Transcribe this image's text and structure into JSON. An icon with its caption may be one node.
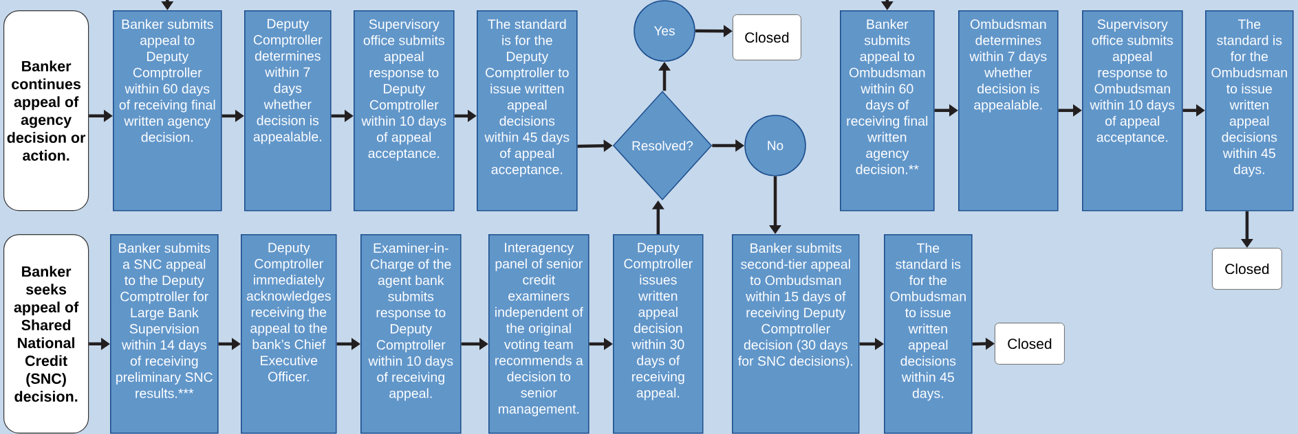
{
  "diagram": {
    "nodes": [
      {
        "text": [
          "Banker continues appeal of agency decision or action."
        ]
      },
      {
        "text": [
          "Banker submits appeal to Deputy Comptroller within 60 days of receiving final written agency decision."
        ]
      },
      {
        "text": [
          "Deputy Comptroller determines within 7 days whether decision is appealable."
        ]
      },
      {
        "text": [
          "Supervisory office submits appeal response to Deputy Comptroller within 10 days of appeal acceptance."
        ]
      },
      {
        "text": [
          "The standard is for the Deputy Comptroller to issue written appeal decisions within 45 days of appeal acceptance."
        ]
      },
      {
        "text": [
          "Yes"
        ]
      },
      {
        "text": [
          "Closed"
        ]
      },
      {
        "text": [
          "Resolved?"
        ]
      },
      {
        "text": [
          "No"
        ]
      },
      {
        "text": [
          "Banker submits appeal to Ombudsman within 60 days of receiving final written agency decision.**"
        ]
      },
      {
        "text": [
          "Ombudsman determines within 7 days whether decision is appealable."
        ]
      },
      {
        "text": [
          "Supervisory office submits appeal response to Ombudsman within 10 days of appeal acceptance."
        ]
      },
      {
        "text": [
          "The standard is for the Ombudsman to issue written appeal decisions within 45 days."
        ]
      },
      {
        "text": [
          "Closed"
        ]
      },
      {
        "text": [
          "Banker seeks appeal of Shared National Credit (SNC) decision."
        ]
      },
      {
        "text": [
          "Banker submits a SNC appeal to the Deputy Comptroller for Large Bank Supervision within 14 days of receiving preliminary SNC results.***"
        ]
      },
      {
        "text": [
          "Deputy Comptroller immediately acknowledges receiving the appeal to the bank’s Chief Executive Officer."
        ]
      },
      {
        "text": [
          "Examiner-in-Charge of the agent bank submits response to Deputy Comptroller within 10 days of receiving appeal."
        ]
      },
      {
        "text": [
          "Interagency panel of senior credit examiners independent of the original voting team recommends a decision to senior management."
        ]
      },
      {
        "text": [
          "Deputy Comptroller issues written appeal decision within 30 days of receiving appeal."
        ]
      },
      {
        "text": [
          "Banker submits second-tier appeal to Ombudsman within 15 days of receiving Deputy Comptroller decision (30 days for SNC decisions)."
        ]
      },
      {
        "text": [
          "The standard is for the Ombudsman to issue written appeal decisions within 45 days."
        ]
      },
      {
        "text": [
          "Closed"
        ]
      }
    ],
    "edges": [
      {
        "from": null,
        "to": 1,
        "arrow": "to"
      },
      {
        "from": 0,
        "to": 1,
        "arrow": "to"
      },
      {
        "from": 1,
        "to": 2,
        "arrow": "to"
      },
      {
        "from": 2,
        "to": 3,
        "arrow": "to"
      },
      {
        "from": 3,
        "to": 4,
        "arrow": "to"
      },
      {
        "from": 4,
        "to": 7,
        "arrow": "to"
      },
      {
        "from": 7,
        "to": 5,
        "arrow": "to"
      },
      {
        "from": 5,
        "to": 6,
        "arrow": "to"
      },
      {
        "from": 7,
        "to": 8,
        "arrow": "to"
      },
      {
        "from": 8,
        "to": 20,
        "arrow": "to"
      },
      {
        "from": null,
        "to": 9,
        "arrow": "to"
      },
      {
        "from": 9,
        "to": 10,
        "arrow": "to"
      },
      {
        "from": 10,
        "to": 11,
        "arrow": "to"
      },
      {
        "from": 11,
        "to": 12,
        "arrow": "to"
      },
      {
        "from": 12,
        "to": 13,
        "arrow": "to"
      },
      {
        "from": 14,
        "to": 15,
        "arrow": "to"
      },
      {
        "from": 15,
        "to": 16,
        "arrow": "to"
      },
      {
        "from": 16,
        "to": 17,
        "arrow": "to"
      },
      {
        "from": 17,
        "to": 18,
        "arrow": "to"
      },
      {
        "from": 18,
        "to": 19,
        "arrow": "to"
      },
      {
        "from": 19,
        "to": 7,
        "arrow": "to"
      },
      {
        "from": 20,
        "to": 21,
        "arrow": "to"
      },
      {
        "from": 21,
        "to": 22,
        "arrow": "to"
      }
    ]
  }
}
